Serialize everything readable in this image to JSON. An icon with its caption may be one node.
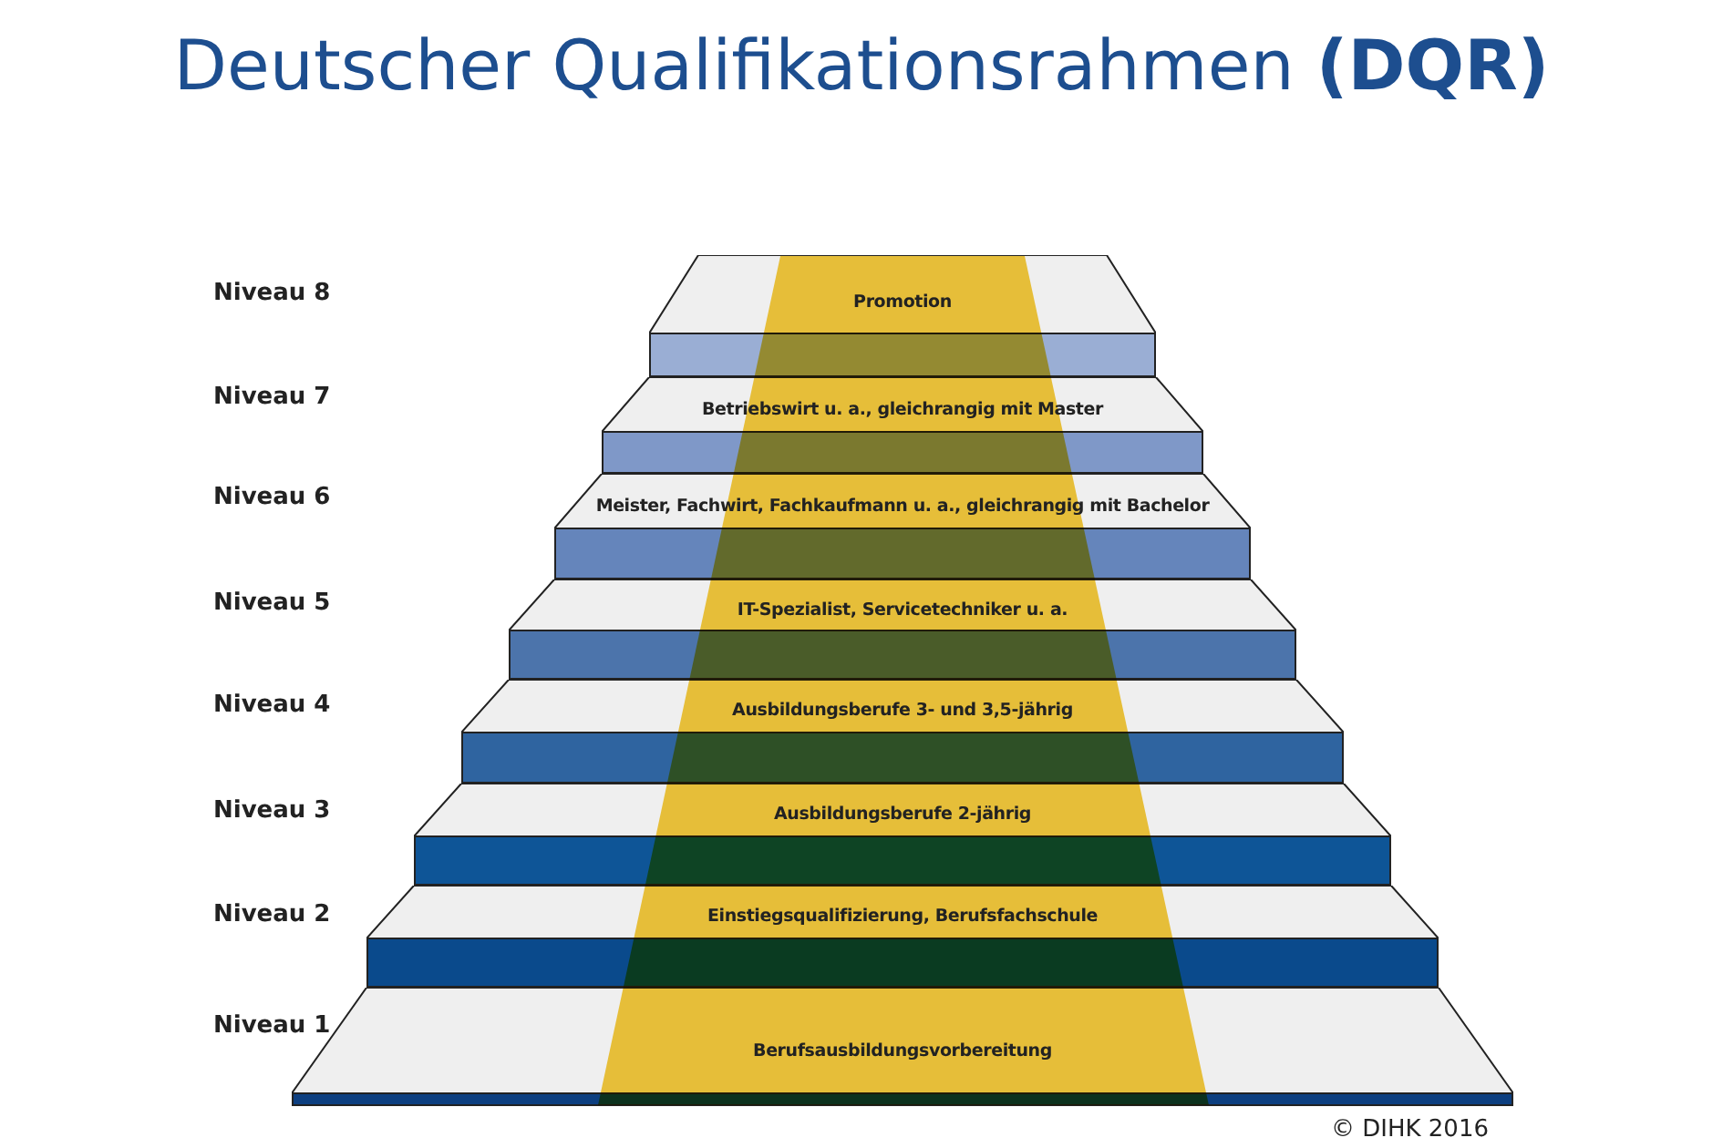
{
  "diagram": {
    "title": "Deutscher Qualifikationsrahmen **(DQR)**",
    "nodes": [
      {
        "text": [
          "Promotion"
        ]
      },
      {
        "text": [
          "Betriebswirt u. a., gleichrangig mit Master"
        ]
      },
      {
        "text": [
          "Meister, Fachwirt, Fachkaufmann u. a., gleichrangig mit Bachelor"
        ]
      },
      {
        "text": [
          "IT-Spezialist, Servicetechniker u. a."
        ]
      },
      {
        "text": [
          "Ausbildungsberufe 3- und 3,5-jährig"
        ]
      },
      {
        "text": [
          "Ausbildungsberufe 2-jährig"
        ]
      },
      {
        "text": [
          "Einstiegsqualifizierung, Berufsfachschule"
        ]
      },
      {
        "text": [
          "Berufsausbildungsvorbereitung"
        ]
      }
    ],
    "labels": [
      "Niveau 8",
      "Niveau 7",
      "Niveau 6",
      "Niveau 5",
      "Niveau 4",
      "Niveau 3",
      "Niveau 2",
      "Niveau 1",
      "© DIHK 2016"
    ]
  }
}
